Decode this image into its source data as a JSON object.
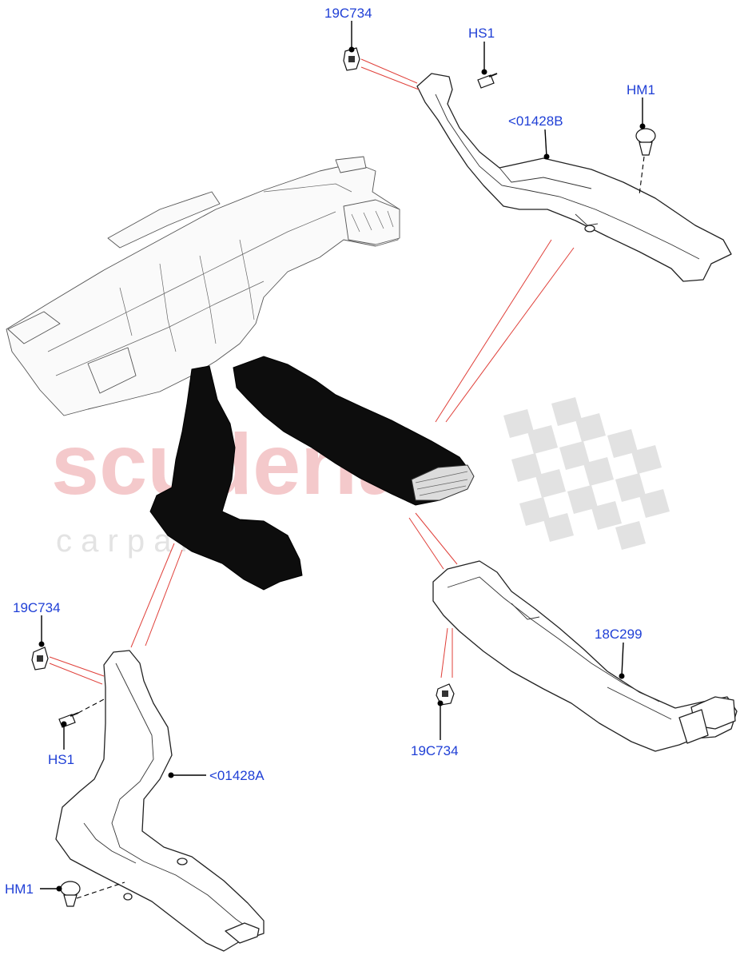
{
  "watermark": {
    "brand": "scuderia",
    "sub": "c a r p a r t s"
  },
  "callouts": {
    "c1": "19C734",
    "c2": "HS1",
    "c3": "HM1",
    "c4": "<01428B",
    "c5": "19C734",
    "c6": "HS1",
    "c7": "<01428A",
    "c8": "HM1",
    "c9": "18C299",
    "c10": "19C734"
  },
  "colors": {
    "callout_text": "#1f3fd6",
    "leader_red": "#e0403a",
    "watermark_red": "#f4c9cb",
    "watermark_grey": "#e3e3e3"
  }
}
